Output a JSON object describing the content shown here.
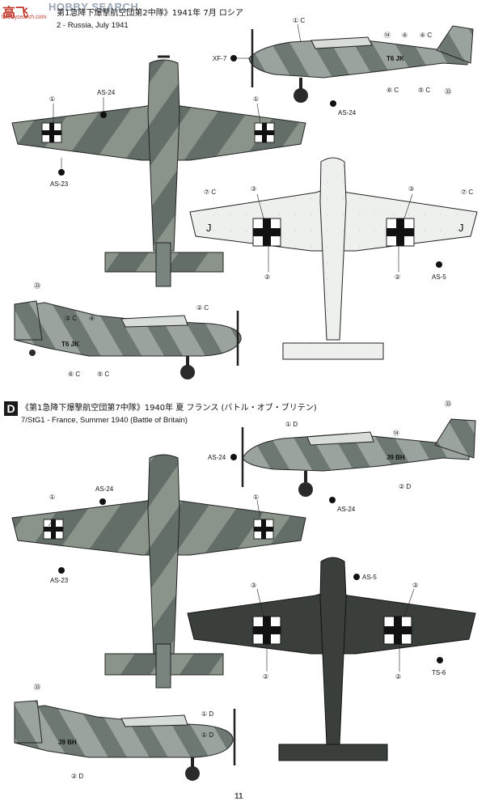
{
  "watermark": {
    "logo": "高飞",
    "site": "HOBBY SEARCH",
    "sub": "hobbysearch.com"
  },
  "section_c": {
    "title_jp": "第1急降下爆撃航空団第2中隊》1941年 7月 ロシア",
    "title_en": "2 - Russia, July 1941"
  },
  "section_d": {
    "badge": "D",
    "title_jp": "《第1急降下爆撃航空団第7中隊》1940年 夏 フランス (バトル・オブ・ブリテン)",
    "title_en": "7/StG1 - France, Summer 1940  (Battle of Britain)"
  },
  "callouts": {
    "as24": "AS-24",
    "as23": "AS-23",
    "as5": "AS-5",
    "xf7": "XF-7",
    "ts6": "TS-6",
    "m1c": "① C",
    "m14": "⑭",
    "m4c": "④ C",
    "m6c": "⑥ C",
    "m5c": "⑤ C",
    "m33": "㉝",
    "m1": "①",
    "m3": "③",
    "m2": "②",
    "m7c": "⑦ C",
    "m3c": "③ C",
    "m4": "④",
    "m2c": "② C",
    "m1d": "① D",
    "m2d": "② D",
    "fus_c": "T6 JK",
    "fus_d": "J9 BH",
    "fin_j": "J"
  },
  "page_number": "11"
}
